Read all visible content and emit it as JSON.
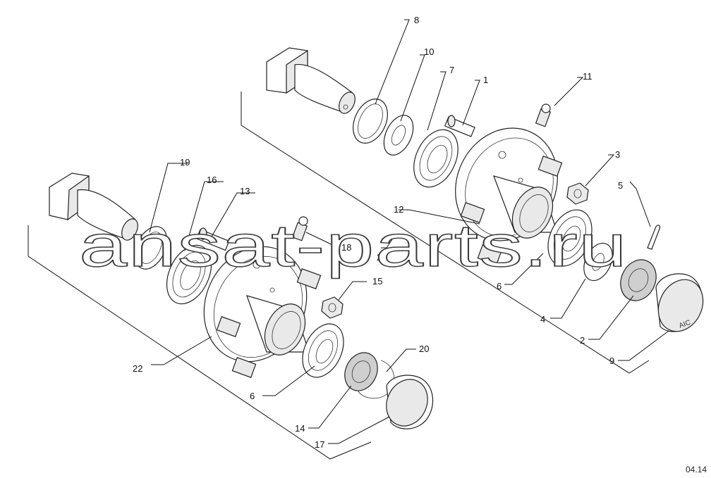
{
  "watermark": "ansat-parts.ru",
  "page_number": "04.14",
  "callouts": {
    "c1": "1",
    "c2": "2",
    "c3": "3",
    "c4": "4",
    "c5": "5",
    "c6a": "6",
    "c6b": "6",
    "c7": "7",
    "c8": "8",
    "c9": "9",
    "c10": "10",
    "c11": "11",
    "c12": "12",
    "c13": "13",
    "c14": "14",
    "c15": "15",
    "c16": "16",
    "c17": "17",
    "c18": "18",
    "c19": "19",
    "c20": "20",
    "c21": "21",
    "c22": "22"
  },
  "cap_marking": "AIC"
}
